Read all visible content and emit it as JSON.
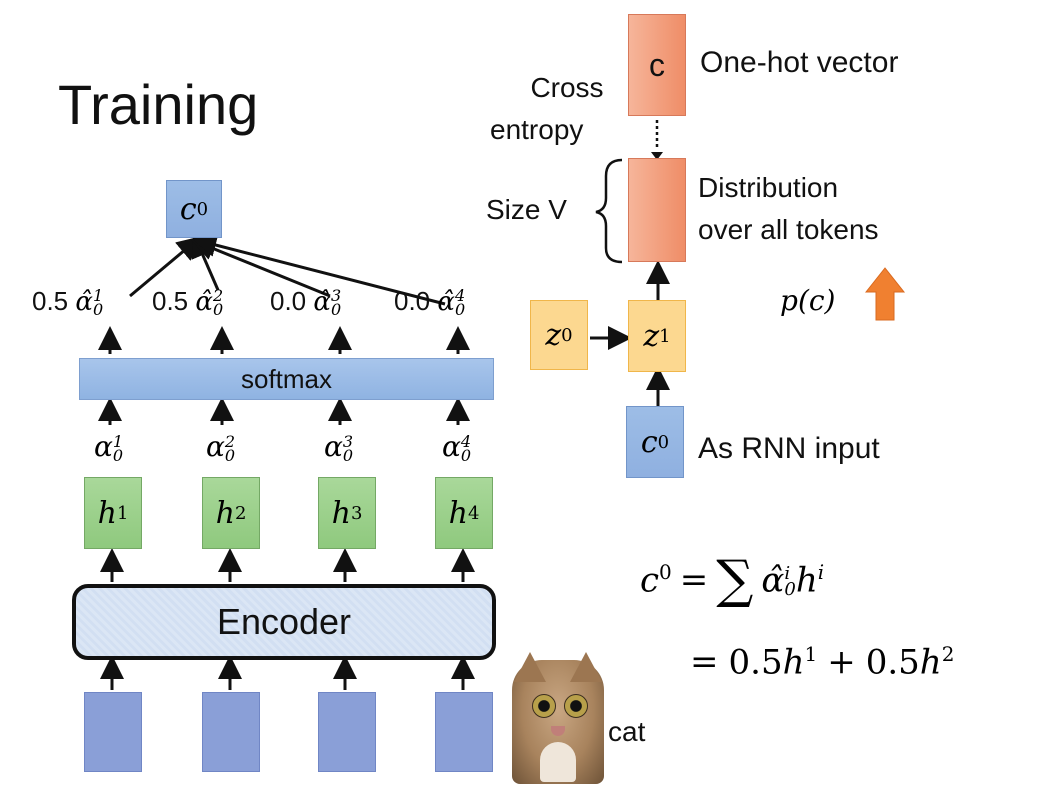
{
  "title": "Training",
  "top_node": {
    "base": "c",
    "sup": "0"
  },
  "attention_hat": [
    {
      "prefix": "0.5 ",
      "base": "α̂",
      "sub": "0",
      "sup": "1"
    },
    {
      "prefix": "0.5 ",
      "base": "α̂",
      "sub": "0",
      "sup": "2"
    },
    {
      "prefix": "0.0 ",
      "base": "α̂",
      "sub": "0",
      "sup": "3"
    },
    {
      "prefix": "0.0 ",
      "base": "α̂",
      "sub": "0",
      "sup": "4"
    }
  ],
  "softmax_label": "softmax",
  "attention": [
    {
      "base": "α",
      "sub": "0",
      "sup": "1"
    },
    {
      "base": "α",
      "sub": "0",
      "sup": "2"
    },
    {
      "base": "α",
      "sub": "0",
      "sup": "3"
    },
    {
      "base": "α",
      "sub": "0",
      "sup": "4"
    }
  ],
  "hidden": [
    {
      "base": "h",
      "sup": "1"
    },
    {
      "base": "h",
      "sup": "2"
    },
    {
      "base": "h",
      "sup": "3"
    },
    {
      "base": "h",
      "sup": "4"
    }
  ],
  "encoder_label": "Encoder",
  "cat_label": "cat",
  "right": {
    "c_box": "c",
    "one_hot_label": "One-hot vector",
    "cross_entropy_line1": "Cross",
    "cross_entropy_line2": "entropy",
    "size_label": "Size V",
    "distribution_line1": "Distribution",
    "distribution_line2": "over all tokens",
    "p_base": "p",
    "p_arg": "(c)",
    "z0": {
      "base": "z",
      "sup": "0"
    },
    "z1": {
      "base": "z",
      "sup": "1"
    },
    "c0": {
      "base": "c",
      "sup": "0"
    },
    "rnn_input_label": "As RNN input"
  },
  "equation": {
    "lhs_base": "c",
    "lhs_sup": "0",
    "eq": "=",
    "sum": "∑",
    "term_base": "α̂",
    "term_sub": "0",
    "term_sup": "i",
    "term_h": "h",
    "term_h_sup": "i",
    "line2_eq": "=",
    "line2_coef1": "0.5",
    "line2_h1": "h",
    "line2_h1_sup": "1",
    "line2_plus": "+",
    "line2_coef2": "0.5",
    "line2_h2": "h",
    "line2_h2_sup": "2"
  },
  "colors": {
    "blue": "#8fb0e0",
    "green": "#8fc97e",
    "yellow": "#fcd890",
    "orange": "#ef8d67",
    "orange_arrow": "#f08030"
  }
}
